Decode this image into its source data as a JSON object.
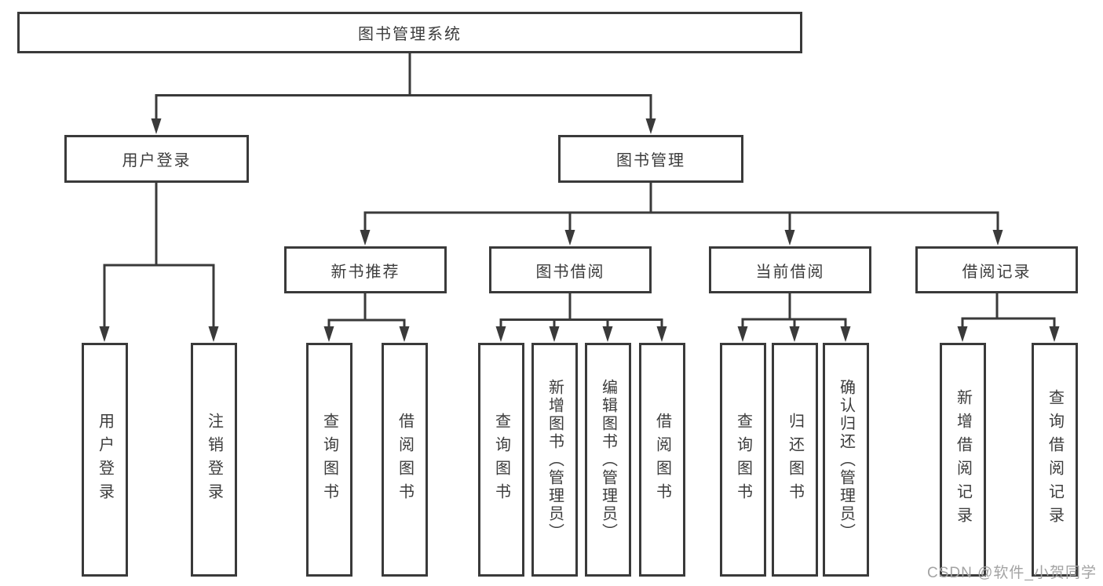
{
  "nodes": {
    "root": "图书管理系统",
    "user_login_branch": {
      "label": "用户登录",
      "children": [
        "用户登录",
        "注销登录"
      ]
    },
    "book_mgmt_branch": {
      "label": "图书管理",
      "children": [
        {
          "label": "新书推荐",
          "children": [
            "查询图书",
            "借阅图书"
          ]
        },
        {
          "label": "图书借阅",
          "children": [
            "查询图书",
            "新增图书（管理员）",
            "编辑图书（管理员）",
            "借阅图书"
          ]
        },
        {
          "label": "当前借阅",
          "children": [
            "查询图书",
            "归还图书",
            "确认归还（管理员）"
          ]
        },
        {
          "label": "借阅记录",
          "children": [
            "新增借阅记录",
            "查询借阅记录"
          ]
        }
      ]
    }
  },
  "watermark": "CSDN @软件_小贺同学",
  "colors": {
    "line": "#3a3a3a",
    "text": "#3c3c3c",
    "background": "#ffffff",
    "watermark": "#a3a3a3"
  }
}
